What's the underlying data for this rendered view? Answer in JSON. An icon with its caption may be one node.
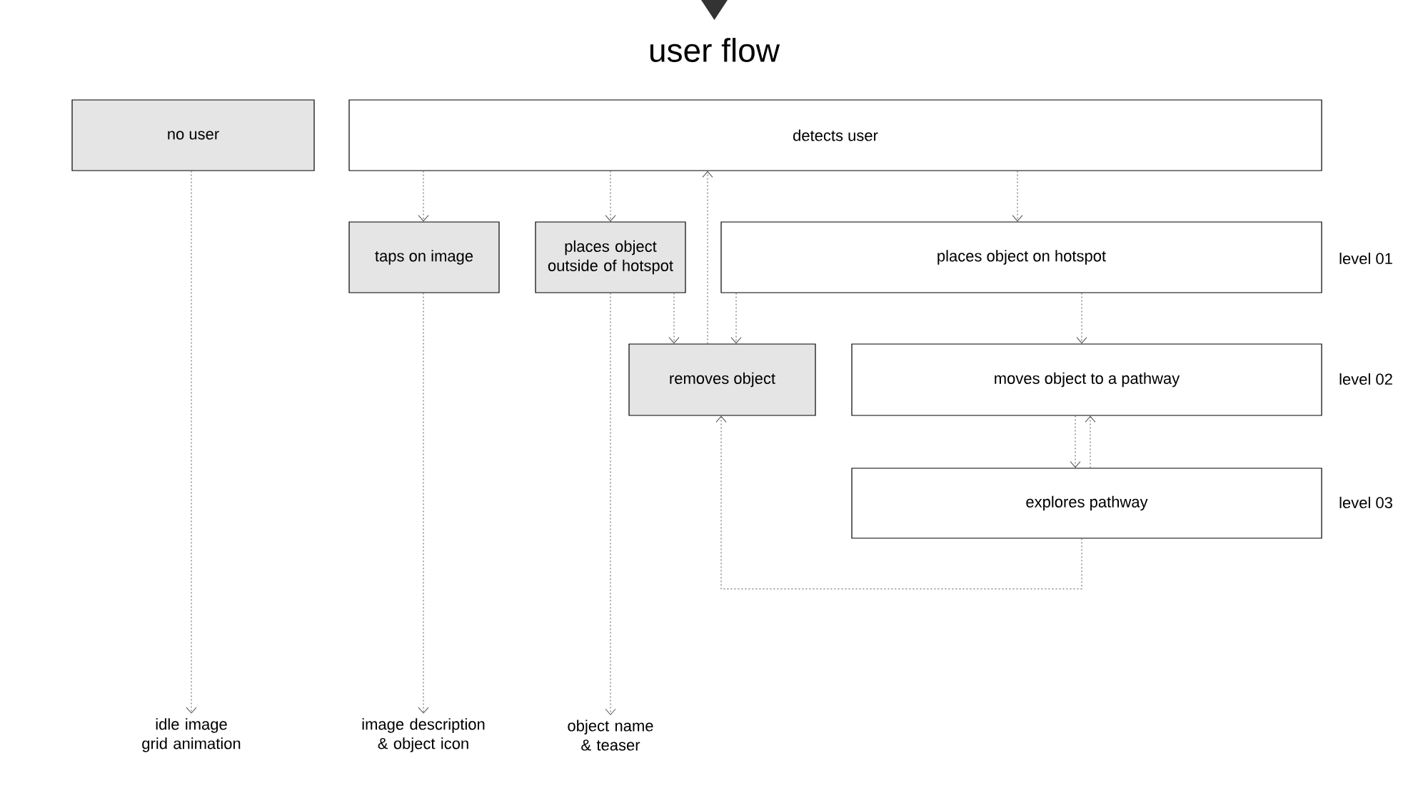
{
  "diagram": {
    "title": "user flow",
    "nodes": [
      {
        "text": [
          "no user"
        ]
      },
      {
        "text": [
          "detects user"
        ]
      },
      {
        "text": [
          "taps on image"
        ]
      },
      {
        "text": [
          "places object outside of hotspot"
        ]
      },
      {
        "text": [
          "places object on hotspot"
        ]
      },
      {
        "text": [
          "removes object"
        ]
      },
      {
        "text": [
          "moves object to a pathway"
        ]
      },
      {
        "text": [
          "explores pathway"
        ]
      },
      {
        "text": [
          "idle image grid animation"
        ]
      },
      {
        "text": [
          "image description & object icon"
        ]
      },
      {
        "text": [
          "object name & teaser"
        ]
      }
    ],
    "edges": [
      {
        "from": 0,
        "to": 8,
        "arrow": "to"
      },
      {
        "from": 1,
        "to": 2,
        "arrow": "to"
      },
      {
        "from": 1,
        "to": 3,
        "arrow": "to"
      },
      {
        "from": 1,
        "to": 4,
        "arrow": "to"
      },
      {
        "from": 5,
        "to": 1,
        "arrow": "to"
      },
      {
        "from": 2,
        "to": 9,
        "arrow": "to"
      },
      {
        "from": 3,
        "to": 10,
        "arrow": "to"
      },
      {
        "from": 3,
        "to": 5,
        "arrow": "to"
      },
      {
        "from": 4,
        "to": 5,
        "arrow": "to"
      },
      {
        "from": 4,
        "to": 6,
        "arrow": "to"
      },
      {
        "from": 6,
        "to": 7,
        "arrow": "to"
      },
      {
        "from": 7,
        "to": 6,
        "arrow": "to"
      },
      {
        "from": 7,
        "to": 5,
        "arrow": "to"
      }
    ],
    "labels": [
      "level 01",
      "level 02",
      "level 03"
    ]
  }
}
